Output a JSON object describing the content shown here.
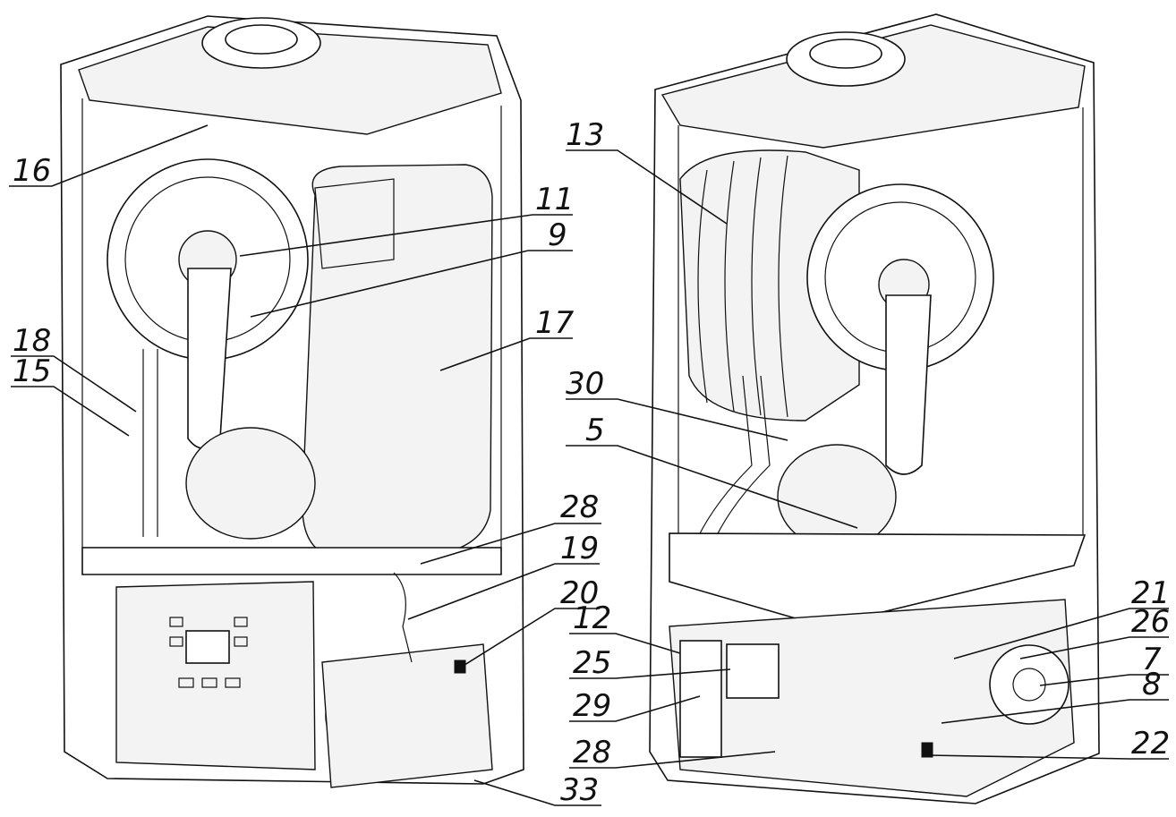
{
  "diagram": {
    "callouts": [
      {
        "id": "16",
        "label": "16"
      },
      {
        "id": "11",
        "label": "11"
      },
      {
        "id": "9",
        "label": "9"
      },
      {
        "id": "17",
        "label": "17"
      },
      {
        "id": "18",
        "label": "18"
      },
      {
        "id": "15",
        "label": "15"
      },
      {
        "id": "28a",
        "label": "28"
      },
      {
        "id": "19",
        "label": "19"
      },
      {
        "id": "20",
        "label": "20"
      },
      {
        "id": "33",
        "label": "33"
      },
      {
        "id": "13",
        "label": "13"
      },
      {
        "id": "30",
        "label": "30"
      },
      {
        "id": "5",
        "label": "5"
      },
      {
        "id": "21",
        "label": "21"
      },
      {
        "id": "26",
        "label": "26"
      },
      {
        "id": "12",
        "label": "12"
      },
      {
        "id": "25",
        "label": "25"
      },
      {
        "id": "7",
        "label": "7"
      },
      {
        "id": "8",
        "label": "8"
      },
      {
        "id": "29",
        "label": "29"
      },
      {
        "id": "22",
        "label": "22"
      },
      {
        "id": "28b",
        "label": "28"
      }
    ]
  }
}
